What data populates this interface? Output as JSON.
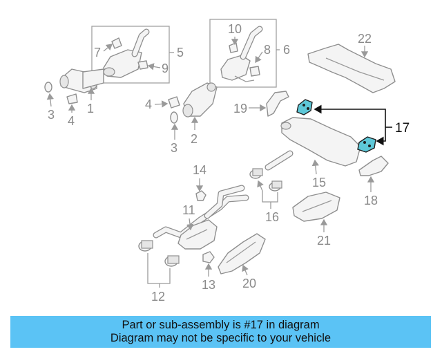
{
  "callouts": {
    "c1": "1",
    "c2": "2",
    "c3a": "3",
    "c3b": "3",
    "c4a": "4",
    "c4b": "4",
    "c5": "5",
    "c6": "6",
    "c7": "7",
    "c8": "8",
    "c9": "9",
    "c10": "10",
    "c11": "11",
    "c12": "12",
    "c13": "13",
    "c14": "14",
    "c15": "15",
    "c16": "16",
    "c17": "17",
    "c18": "18",
    "c19": "19",
    "c20": "20",
    "c21": "21",
    "c22": "22"
  },
  "highlighted_part": "17",
  "highlight_color": "#5ec8d8",
  "footer": {
    "line1": "Part or sub-assembly is #17 in diagram",
    "line2": "Diagram may not be specific to your vehicle",
    "background": "#5bc3f5"
  }
}
